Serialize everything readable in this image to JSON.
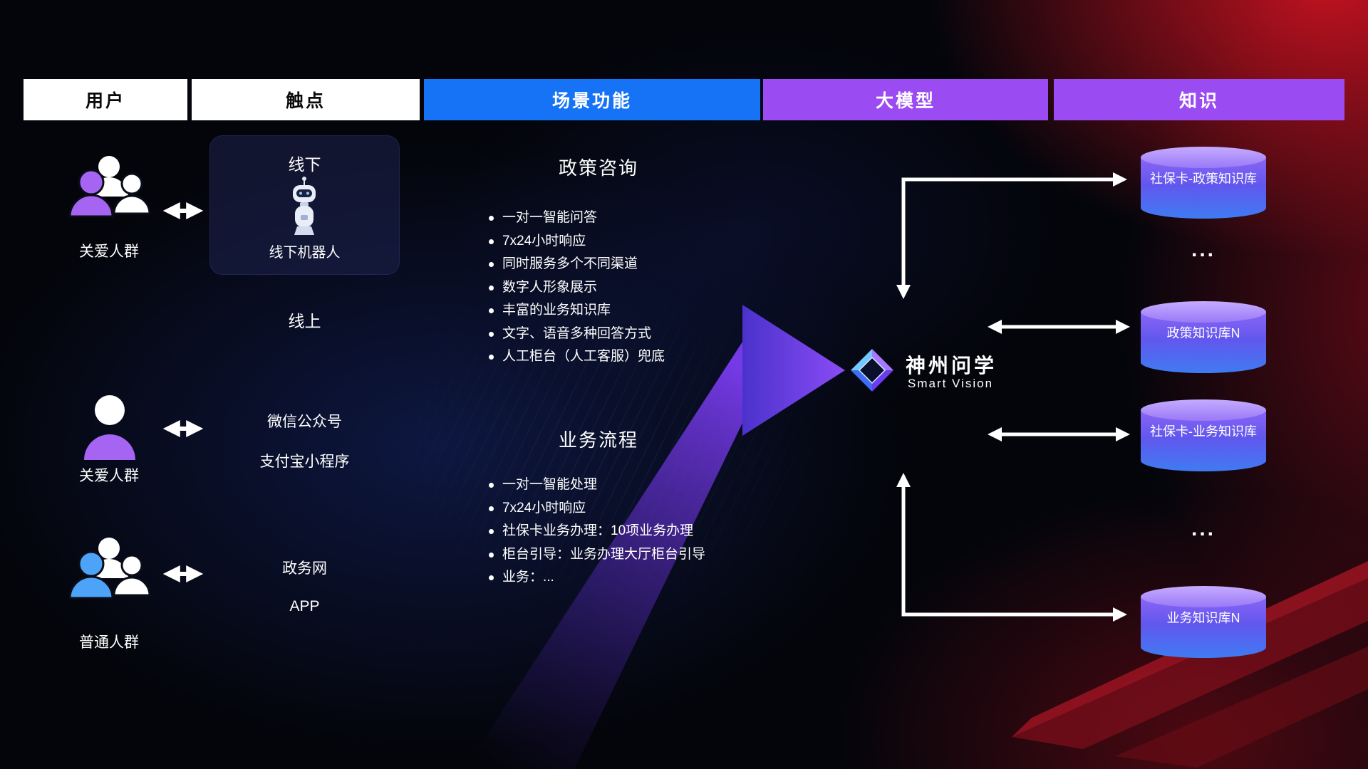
{
  "headers": [
    "用户",
    "触点",
    "场景功能",
    "大模型",
    "知识"
  ],
  "users": [
    {
      "label": "关爱人群",
      "icon": "group-people-purple"
    },
    {
      "label": "关爱人群",
      "icon": "single-person-purple"
    },
    {
      "label": "普通人群",
      "icon": "group-people-blue"
    }
  ],
  "touchpoints": {
    "offline": "线下",
    "offline_robot": "线下机器人",
    "online": "线上",
    "wechat": "微信公众号",
    "alipay": "支付宝小程序",
    "gov_web": "政务网",
    "app": "APP"
  },
  "scenario": {
    "policy": {
      "title": "政策咨询",
      "items": [
        "一对一智能问答",
        "7x24小时响应",
        "同时服务多个不同渠道",
        "数字人形象展示",
        "丰富的业务知识库",
        "文字、语音多种回答方式",
        "人工柜台（人工客服）兜底"
      ]
    },
    "business": {
      "title": "业务流程",
      "items": [
        "一对一智能处理",
        "7x24小时响应",
        "社保卡业务办理：10项业务办理",
        "柜台引导：业务办理大厅柜台引导",
        "业务：..."
      ]
    }
  },
  "model": {
    "name": "神州问学",
    "subtitle": "Smart Vision"
  },
  "knowledge": {
    "databases": [
      "社保卡-政策知识库",
      "政策知识库N",
      "社保卡-业务知识库",
      "业务知识库N"
    ],
    "ellipsis_top": "...",
    "ellipsis_bottom": "..."
  },
  "colors": {
    "header_blue": "#1673f5",
    "header_purple": "#9a4cf2",
    "user_purple": "#a565f2",
    "user_blue": "#4da3f8",
    "db_top": "#c6abff",
    "db_bottom": "#3f7bf2",
    "beam_purple": "#7b3cf0",
    "connector_white": "#ffffff",
    "background_red": "#c01020"
  }
}
